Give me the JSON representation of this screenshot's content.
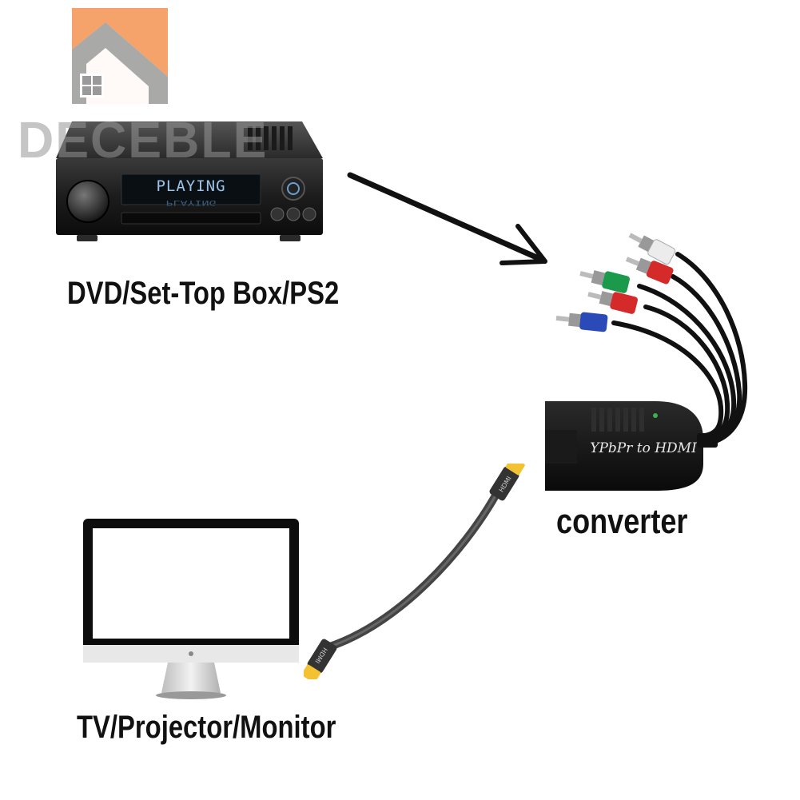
{
  "watermark": {
    "text": "DECEBLE",
    "accent_color": "#f5a36b"
  },
  "source_device": {
    "display_text": "PLAYING",
    "caption": "DVD/Set-Top Box/PS2"
  },
  "converter": {
    "box_label": "YPbPr to HDMI",
    "caption": "converter",
    "connector_colors": [
      "#e8e8e8",
      "#d42a2a",
      "#1a9a4a",
      "#d42a2a",
      "#2a4ab8"
    ]
  },
  "cable": {
    "plug_label": "HDMI",
    "plug_color": "#f2c232"
  },
  "display_device": {
    "caption": "TV/Projector/Monitor"
  }
}
